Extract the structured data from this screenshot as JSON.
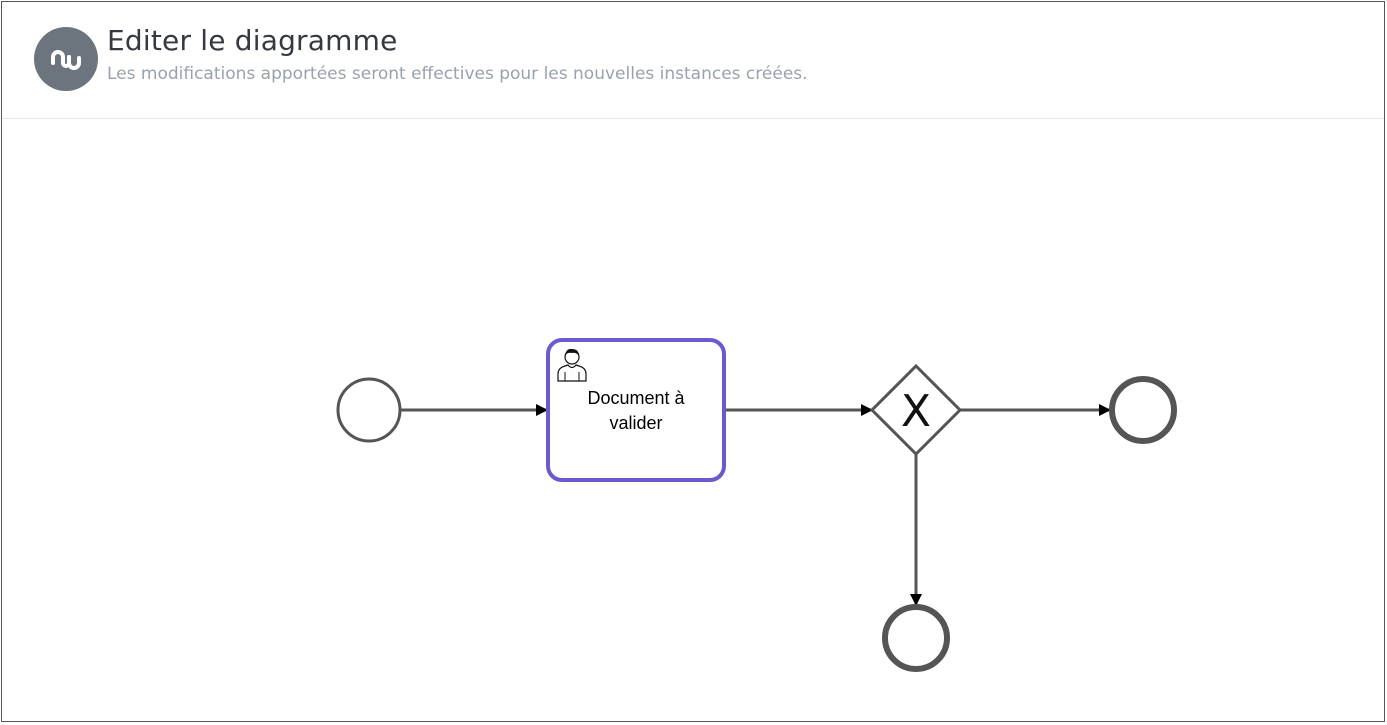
{
  "header": {
    "title": "Editer le diagramme",
    "subtitle": "Les modifications apportées seront effectives pour les nouvelles instances créées.",
    "icon": "stumbleupon-icon",
    "icon_bg_color": "#6c757d"
  },
  "diagram": {
    "elements": {
      "start_event": {
        "type": "start-event",
        "label": ""
      },
      "user_task": {
        "type": "user-task",
        "label_line1": "Document à",
        "label_line2": "valider",
        "icon": "user-icon",
        "selected": true,
        "highlight_color": "#6a5acd"
      },
      "gateway": {
        "type": "exclusive-gateway",
        "marker": "X"
      },
      "end_event_right": {
        "type": "end-event",
        "label": ""
      },
      "end_event_bottom": {
        "type": "end-event",
        "label": ""
      }
    },
    "flows": [
      {
        "from": "start_event",
        "to": "user_task"
      },
      {
        "from": "user_task",
        "to": "gateway"
      },
      {
        "from": "gateway",
        "to": "end_event_right"
      },
      {
        "from": "gateway",
        "to": "end_event_bottom"
      }
    ]
  }
}
